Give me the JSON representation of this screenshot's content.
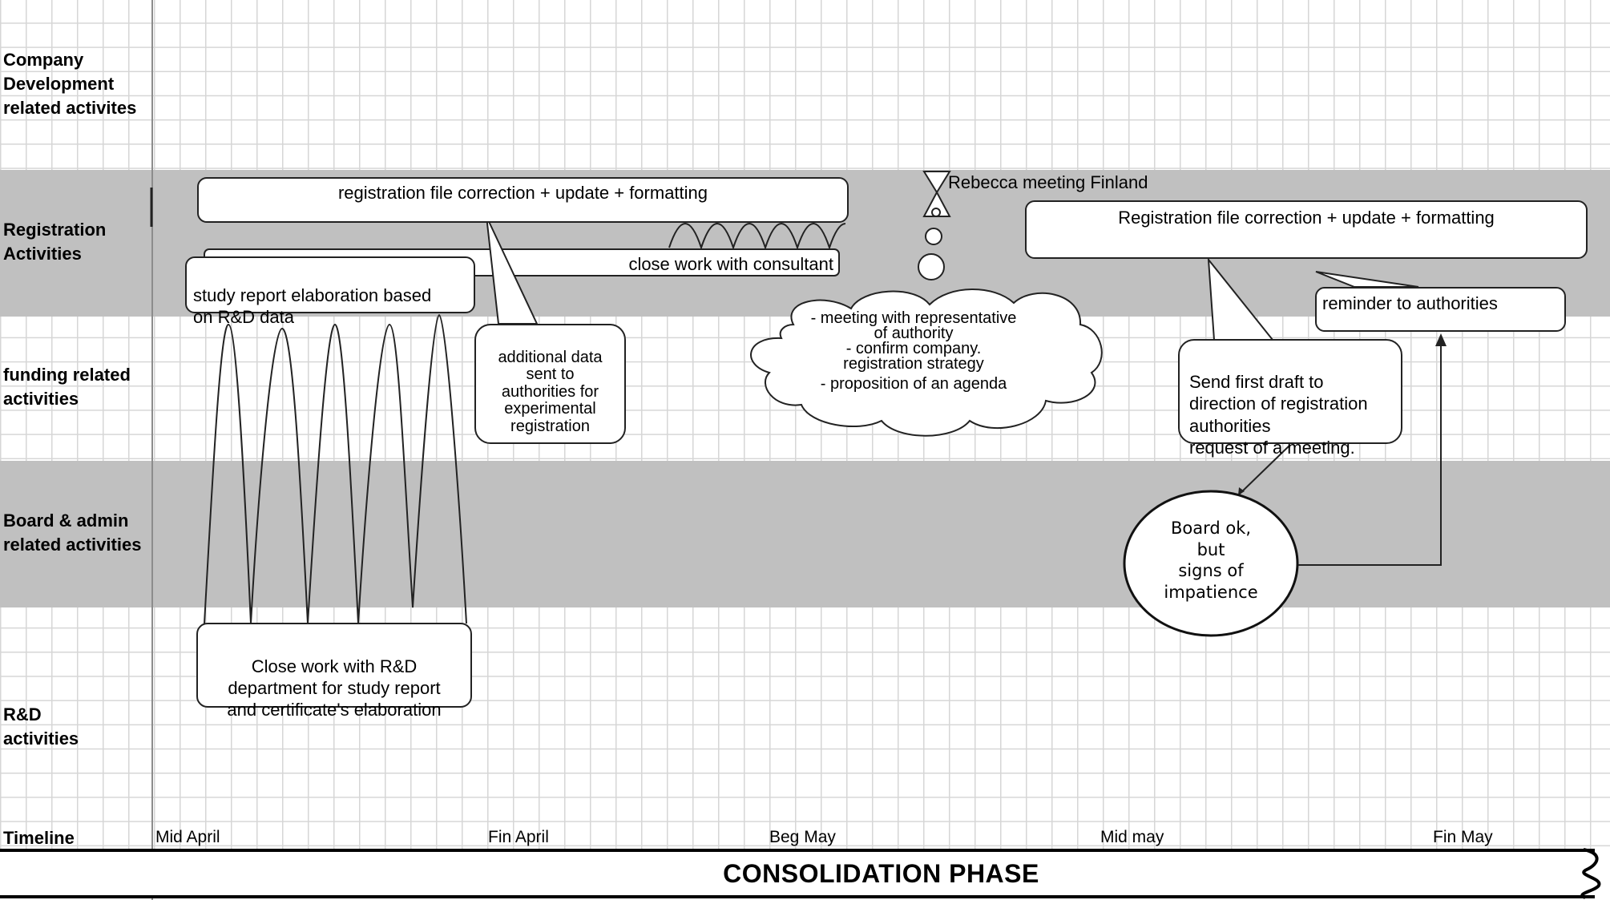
{
  "rows": [
    {
      "id": "company-development",
      "label": "Company\nDevelopment\nrelated activites"
    },
    {
      "id": "registration",
      "label": "Registration\nActivities"
    },
    {
      "id": "funding",
      "label": "funding related\nactivities"
    },
    {
      "id": "board-admin",
      "label": "Board & admin\nrelated activities"
    },
    {
      "id": "rd",
      "label": "R&D\nactivities"
    }
  ],
  "timeline": {
    "label": "Timeline",
    "ticks": [
      "Mid April",
      "Fin April",
      "Beg May",
      "Mid may",
      "Fin May"
    ]
  },
  "phase": "CONSOLIDATION PHASE",
  "colors": {
    "band": "#c0c0c0",
    "grid": "#d6d6d6",
    "stroke": "#222222"
  },
  "shapes": {
    "reg_file_1": "registration file correction + update + formatting",
    "consultant": "close work with consultant",
    "study_report": "study report elaboration based\non R&D data",
    "additional_data": "additional data\nsent to\nauthorities for\nexperimental\nregistration",
    "rebecca": "Rebecca meeting Finland",
    "cloud_lines": [
      "- meeting with representative",
      "of authority",
      "- confirm company.",
      "registration strategy",
      "- proposition of  an agenda"
    ],
    "reg_file_2": "Registration file correction + update + formatting",
    "reminder": "reminder to authorities",
    "first_draft": "Send first draft to\ndirection of registration\nauthorities\nrequest of a meeting.",
    "board_ok": "Board ok,\nbut\nsigns of\nimpatience",
    "rd_close_work": "Close work with R&D\ndepartment for study report\nand certificate's elaboration"
  }
}
